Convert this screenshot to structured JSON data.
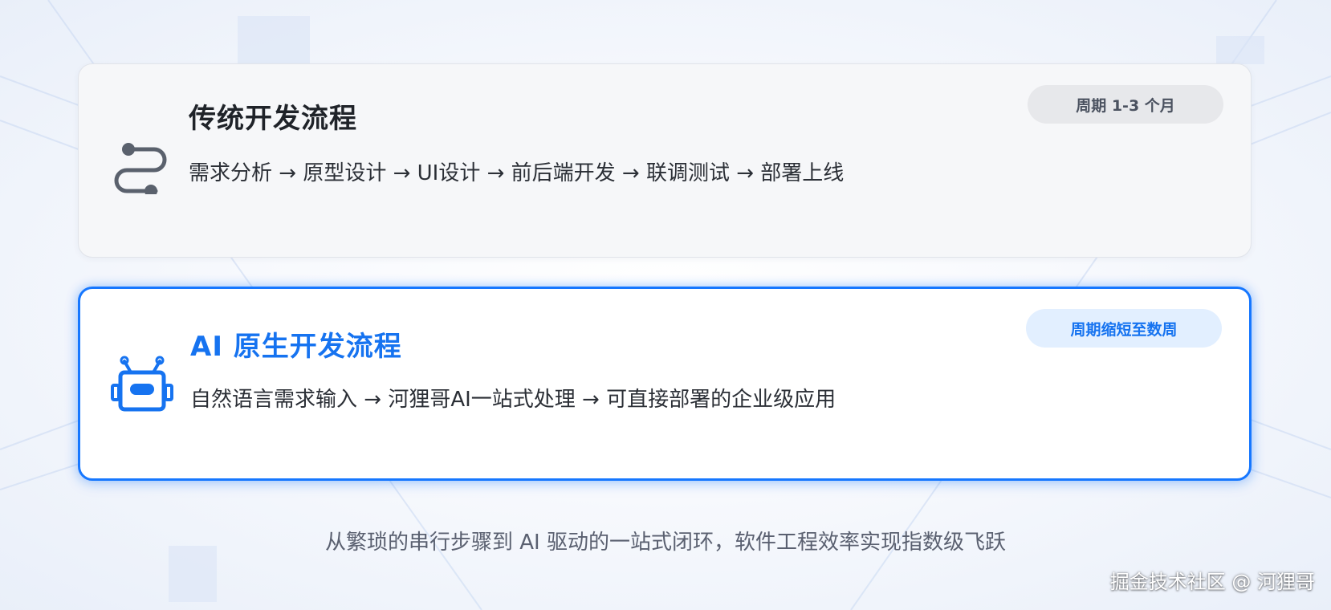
{
  "traditional": {
    "title": "传统开发流程",
    "flow": "需求分析 → 原型设计 → UI设计 → 前后端开发 → 联调测试 → 部署上线",
    "badge": "周期 1-3 个月",
    "icon": "route-icon"
  },
  "ai_native": {
    "title": "AI 原生开发流程",
    "flow": "自然语言需求输入 → 河狸哥AI一站式处理 → 可直接部署的企业级应用",
    "badge": "周期缩短至数周",
    "icon": "robot-icon"
  },
  "tagline": "从繁琐的串行步骤到 AI 驱动的一站式闭环，软件工程效率实现指数级飞跃",
  "watermark": "掘金技术社区 @ 河狸哥",
  "colors": {
    "accent": "#1673f0",
    "text": "#2b2f36",
    "muted": "#5a6070"
  }
}
